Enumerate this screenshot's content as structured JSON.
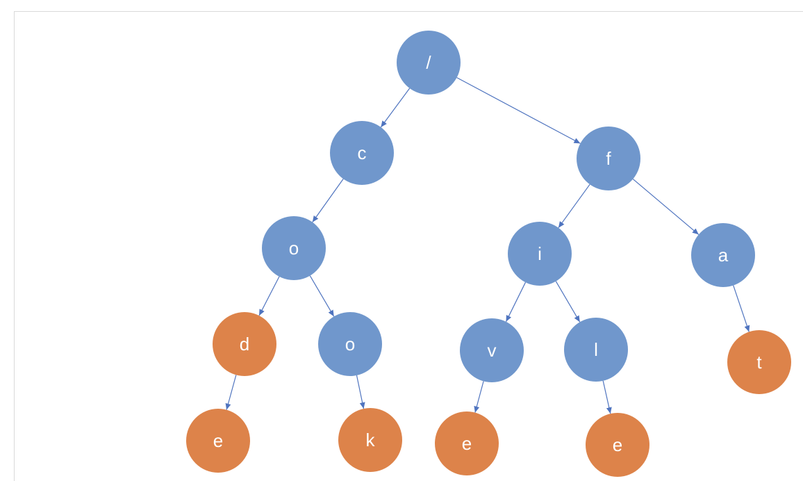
{
  "colors": {
    "inner": "#7097cc",
    "leaf": "#dd834a",
    "edge": "#4f74bf",
    "label": "#ffffff"
  },
  "nodes": [
    {
      "id": "root",
      "label": "/",
      "kind": "inner"
    },
    {
      "id": "c",
      "label": "c",
      "kind": "inner"
    },
    {
      "id": "f",
      "label": "f",
      "kind": "inner"
    },
    {
      "id": "o1",
      "label": "o",
      "kind": "inner"
    },
    {
      "id": "i",
      "label": "i",
      "kind": "inner"
    },
    {
      "id": "a",
      "label": "a",
      "kind": "inner"
    },
    {
      "id": "d",
      "label": "d",
      "kind": "leaf"
    },
    {
      "id": "o2",
      "label": "o",
      "kind": "inner"
    },
    {
      "id": "v",
      "label": "v",
      "kind": "inner"
    },
    {
      "id": "l",
      "label": "l",
      "kind": "inner"
    },
    {
      "id": "t",
      "label": "t",
      "kind": "leaf"
    },
    {
      "id": "e1",
      "label": "e",
      "kind": "leaf"
    },
    {
      "id": "k",
      "label": "k",
      "kind": "leaf"
    },
    {
      "id": "e2",
      "label": "e",
      "kind": "leaf"
    },
    {
      "id": "e3",
      "label": "e",
      "kind": "leaf"
    }
  ],
  "edges": [
    {
      "from": "root",
      "to": "c"
    },
    {
      "from": "root",
      "to": "f"
    },
    {
      "from": "c",
      "to": "o1"
    },
    {
      "from": "f",
      "to": "i"
    },
    {
      "from": "f",
      "to": "a"
    },
    {
      "from": "o1",
      "to": "d"
    },
    {
      "from": "o1",
      "to": "o2"
    },
    {
      "from": "i",
      "to": "v"
    },
    {
      "from": "i",
      "to": "l"
    },
    {
      "from": "a",
      "to": "t"
    },
    {
      "from": "d",
      "to": "e1"
    },
    {
      "from": "o2",
      "to": "k"
    },
    {
      "from": "v",
      "to": "e2"
    },
    {
      "from": "l",
      "to": "e3"
    }
  ]
}
